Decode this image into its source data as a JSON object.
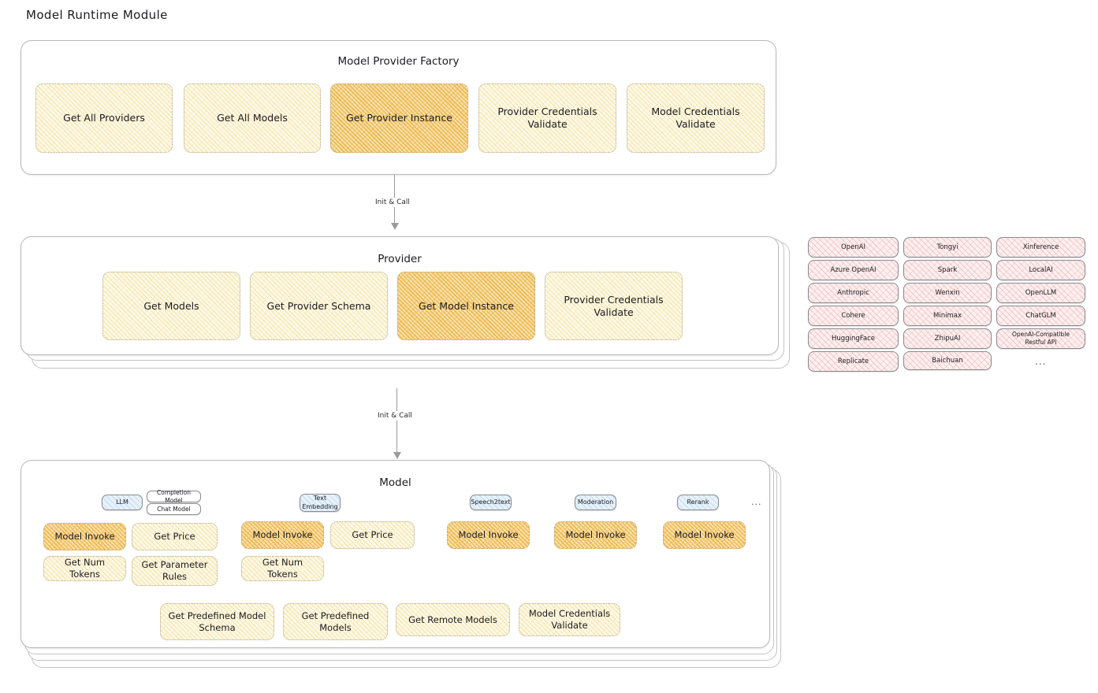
{
  "page": {
    "title": "Model Runtime Module"
  },
  "factory": {
    "title": "Model Provider Factory",
    "items": [
      {
        "label": "Get All Providers",
        "highlight": false
      },
      {
        "label": "Get All Models",
        "highlight": false
      },
      {
        "label": "Get Provider Instance",
        "highlight": true
      },
      {
        "label": "Provider Credentials Validate",
        "highlight": false
      },
      {
        "label": "Model Credentials Validate",
        "highlight": false
      }
    ]
  },
  "arrows": [
    {
      "label": "Init & Call"
    },
    {
      "label": "Init & Call"
    }
  ],
  "provider": {
    "title": "Provider",
    "items": [
      {
        "label": "Get Models",
        "highlight": false
      },
      {
        "label": "Get Provider Schema",
        "highlight": false
      },
      {
        "label": "Get Model Instance",
        "highlight": true
      },
      {
        "label": "Provider Credentials Validate",
        "highlight": false
      }
    ]
  },
  "provider_list": {
    "columns": [
      {
        "items": [
          "OpenAI",
          "Azure OpenAI",
          "Anthropic",
          "Cohere",
          "HuggingFace",
          "Replicate"
        ]
      },
      {
        "items": [
          "Tongyi",
          "Spark",
          "Wenxin",
          "Minimax",
          "ZhipuAI",
          "Baichuan"
        ]
      },
      {
        "items": [
          "Xinference",
          "LocalAI",
          "OpenLLM",
          "ChatGLM",
          "OpenAI-Compatible Restful API"
        ]
      }
    ],
    "more": "..."
  },
  "model": {
    "title": "Model",
    "more_badge": "...",
    "types": [
      {
        "badge": "LLM",
        "sub_badges": [
          "Completion Model",
          "Chat Model"
        ],
        "actions": [
          {
            "label": "Model Invoke",
            "highlight": true
          },
          {
            "label": "Get Price",
            "highlight": false
          },
          {
            "label": "Get Num Tokens",
            "highlight": false
          },
          {
            "label": "Get Parameter Rules",
            "highlight": false
          }
        ]
      },
      {
        "badge": "Text Embedding",
        "sub_badges": [],
        "actions": [
          {
            "label": "Model Invoke",
            "highlight": true
          },
          {
            "label": "Get Price",
            "highlight": false
          },
          {
            "label": "Get Num Tokens",
            "highlight": false
          }
        ]
      },
      {
        "badge": "Speech2text",
        "sub_badges": [],
        "actions": [
          {
            "label": "Model Invoke",
            "highlight": true
          }
        ]
      },
      {
        "badge": "Moderation",
        "sub_badges": [],
        "actions": [
          {
            "label": "Model Invoke",
            "highlight": true
          }
        ]
      },
      {
        "badge": "Rerank",
        "sub_badges": [],
        "actions": [
          {
            "label": "Model Invoke",
            "highlight": true
          }
        ]
      }
    ],
    "common_actions": [
      {
        "label": "Get Predefined Model Schema"
      },
      {
        "label": "Get Predefined Models"
      },
      {
        "label": "Get Remote Models"
      },
      {
        "label": "Model Credentials Validate"
      }
    ]
  },
  "colors": {
    "highlight_fill": "#f2c16b",
    "normal_fill": "#fdf4d8",
    "provider_fill": "#fdf0f0",
    "badge_fill": "#e8f2fb",
    "stroke": "#b9b9bd"
  }
}
